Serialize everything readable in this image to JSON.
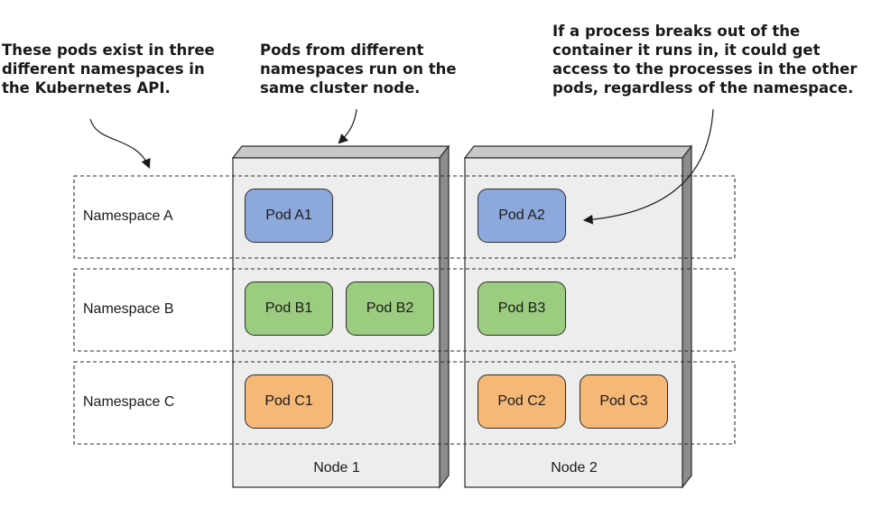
{
  "callouts": {
    "namespaces": [
      "These pods exist in three",
      "different namespaces in",
      "the Kubernetes API."
    ],
    "same_node": [
      "Pods from different",
      "namespaces run on the",
      "same cluster node."
    ],
    "breakout": [
      "If a process breaks out of the",
      "container it runs in, it could get",
      "access to the processes in the other",
      "pods, regardless of the namespace."
    ]
  },
  "namespaces": {
    "a": "Namespace A",
    "b": "Namespace B",
    "c": "Namespace C"
  },
  "nodes": {
    "node1": "Node 1",
    "node2": "Node 2"
  },
  "pods": {
    "a1": "Pod A1",
    "a2": "Pod A2",
    "b1": "Pod B1",
    "b2": "Pod B2",
    "b3": "Pod B3",
    "c1": "Pod C1",
    "c2": "Pod C2",
    "c3": "Pod C3"
  },
  "colors": {
    "namespace_a_pod": "#8DA9DB",
    "namespace_b_pod": "#9CCC7F",
    "namespace_c_pod": "#F5B877",
    "node_face": "#EDEDED",
    "node_side": "#8C8C8C",
    "node_top": "#C8C8C8"
  }
}
